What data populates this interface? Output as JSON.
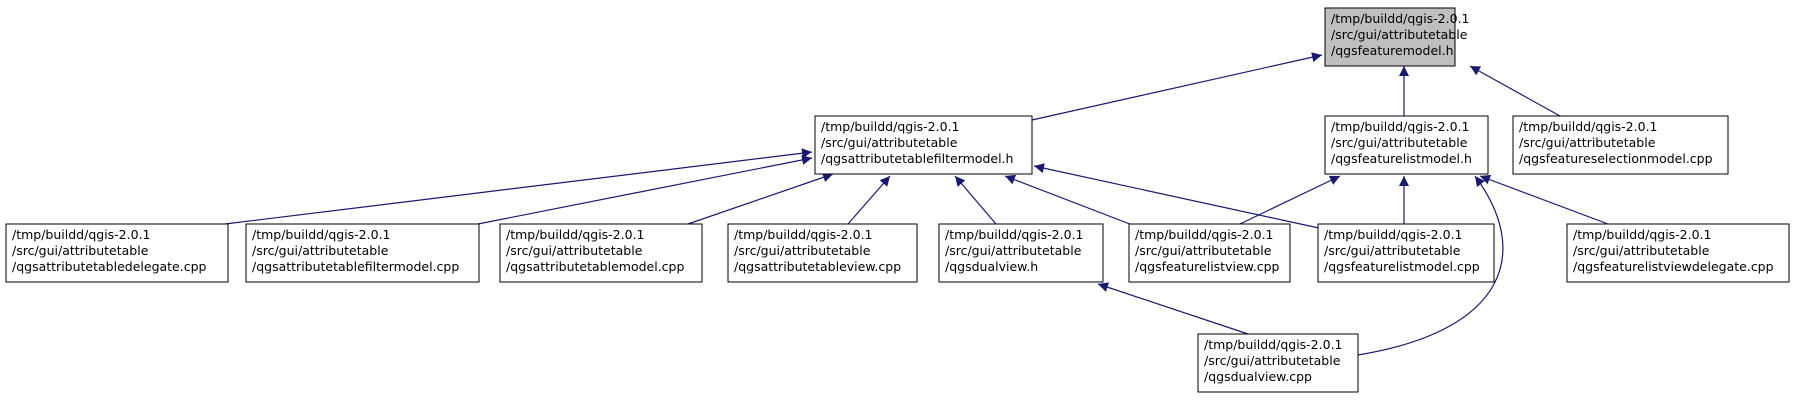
{
  "colors": {
    "edge": "#191970",
    "node_border": "#000000",
    "node_fill": "#ffffff",
    "root_fill": "#bfbfbf",
    "text": "#000000"
  },
  "nodes": [
    {
      "id": "featuremodel_h",
      "root": true,
      "lines": [
        "/tmp/buildd/qgis-2.0.1",
        "/src/gui/attributetable",
        "/qgsfeaturemodel.h"
      ]
    },
    {
      "id": "filtermodel_h",
      "lines": [
        "/tmp/buildd/qgis-2.0.1",
        "/src/gui/attributetable",
        "/qgsattributetablefiltermodel.h"
      ]
    },
    {
      "id": "featurelistmodel_h",
      "lines": [
        "/tmp/buildd/qgis-2.0.1",
        "/src/gui/attributetable",
        "/qgsfeaturelistmodel.h"
      ]
    },
    {
      "id": "featureselectionmodel_cpp",
      "lines": [
        "/tmp/buildd/qgis-2.0.1",
        "/src/gui/attributetable",
        "/qgsfeatureselectionmodel.cpp"
      ]
    },
    {
      "id": "tabledelegate_cpp",
      "lines": [
        "/tmp/buildd/qgis-2.0.1",
        "/src/gui/attributetable",
        "/qgsattributetabledelegate.cpp"
      ]
    },
    {
      "id": "filtermodel_cpp",
      "lines": [
        "/tmp/buildd/qgis-2.0.1",
        "/src/gui/attributetable",
        "/qgsattributetablefiltermodel.cpp"
      ]
    },
    {
      "id": "tablemodel_cpp",
      "lines": [
        "/tmp/buildd/qgis-2.0.1",
        "/src/gui/attributetable",
        "/qgsattributetablemodel.cpp"
      ]
    },
    {
      "id": "tableview_cpp",
      "lines": [
        "/tmp/buildd/qgis-2.0.1",
        "/src/gui/attributetable",
        "/qgsattributetableview.cpp"
      ]
    },
    {
      "id": "dualview_h",
      "lines": [
        "/tmp/buildd/qgis-2.0.1",
        "/src/gui/attributetable",
        "/qgsdualview.h"
      ]
    },
    {
      "id": "featurelistview_cpp",
      "lines": [
        "/tmp/buildd/qgis-2.0.1",
        "/src/gui/attributetable",
        "/qgsfeaturelistview.cpp"
      ]
    },
    {
      "id": "featurelistmodel_cpp",
      "lines": [
        "/tmp/buildd/qgis-2.0.1",
        "/src/gui/attributetable",
        "/qgsfeaturelistmodel.cpp"
      ]
    },
    {
      "id": "listviewdelegate_cpp",
      "lines": [
        "/tmp/buildd/qgis-2.0.1",
        "/src/gui/attributetable",
        "/qgsfeaturelistviewdelegate.cpp"
      ]
    },
    {
      "id": "dualview_cpp",
      "lines": [
        "/tmp/buildd/qgis-2.0.1",
        "/src/gui/attributetable",
        "/qgsdualview.cpp"
      ]
    }
  ],
  "edges": [
    {
      "from": "filtermodel_h",
      "to": "featuremodel_h"
    },
    {
      "from": "featurelistmodel_h",
      "to": "featuremodel_h"
    },
    {
      "from": "featureselectionmodel_cpp",
      "to": "featuremodel_h"
    },
    {
      "from": "tabledelegate_cpp",
      "to": "filtermodel_h"
    },
    {
      "from": "filtermodel_cpp",
      "to": "filtermodel_h"
    },
    {
      "from": "tablemodel_cpp",
      "to": "filtermodel_h"
    },
    {
      "from": "tableview_cpp",
      "to": "filtermodel_h"
    },
    {
      "from": "dualview_h",
      "to": "filtermodel_h"
    },
    {
      "from": "featurelistview_cpp",
      "to": "filtermodel_h"
    },
    {
      "from": "featurelistmodel_cpp",
      "to": "filtermodel_h"
    },
    {
      "from": "featurelistview_cpp",
      "to": "featurelistmodel_h"
    },
    {
      "from": "featurelistmodel_cpp",
      "to": "featurelistmodel_h"
    },
    {
      "from": "listviewdelegate_cpp",
      "to": "featurelistmodel_h"
    },
    {
      "from": "dualview_cpp",
      "to": "featurelistmodel_h"
    },
    {
      "from": "dualview_cpp",
      "to": "dualview_h"
    }
  ]
}
